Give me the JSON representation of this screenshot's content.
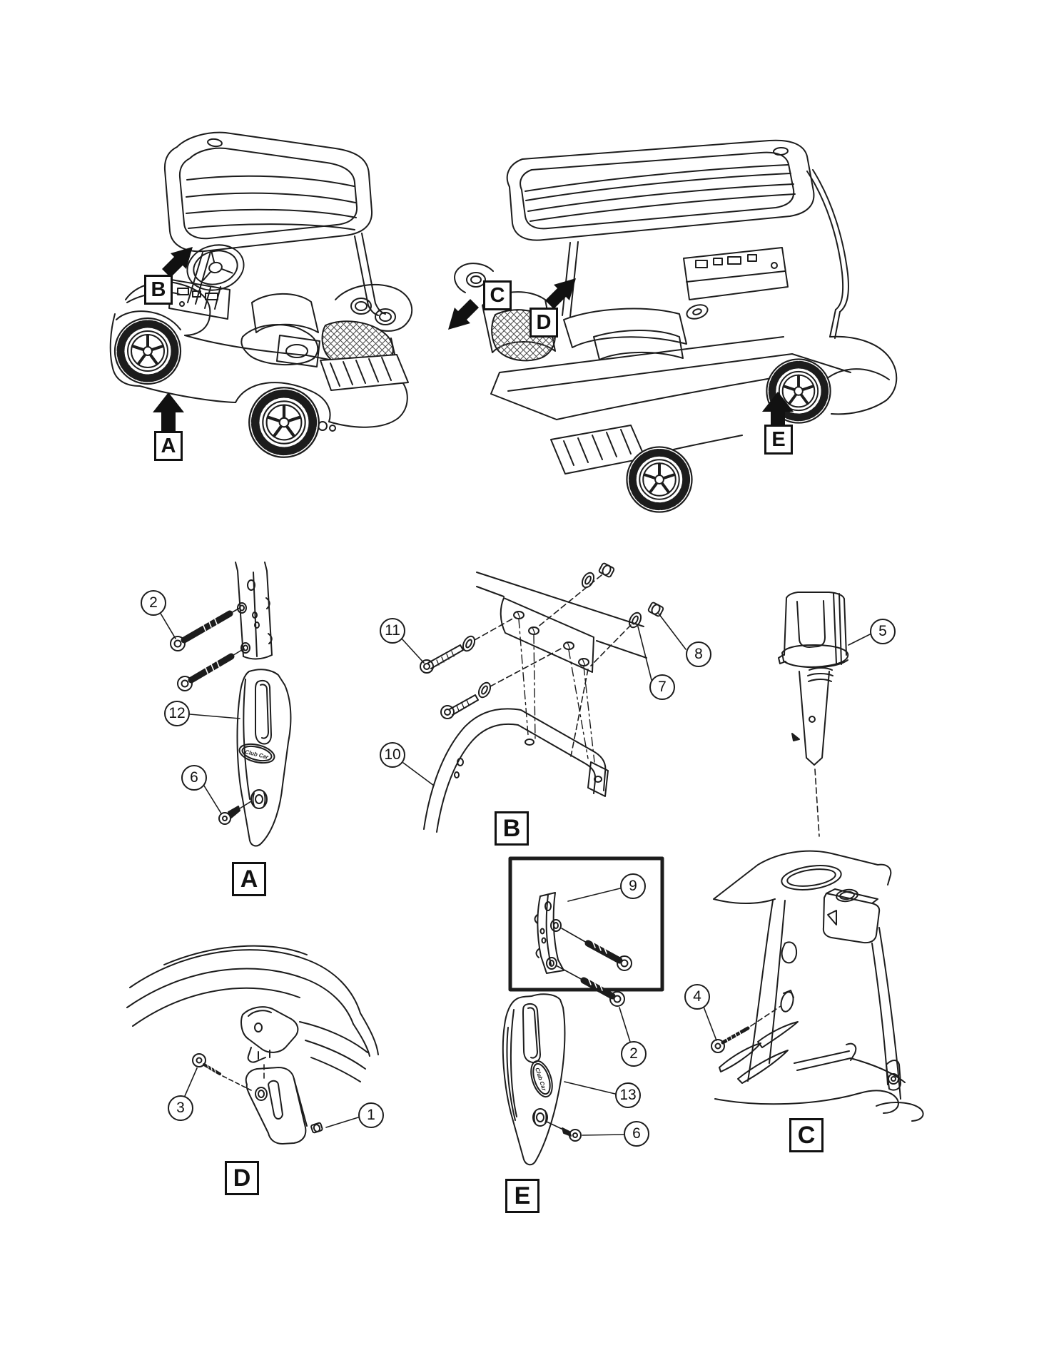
{
  "colors": {
    "background": "#ffffff",
    "ink": "#1c1c1c"
  },
  "badge_text": "Club Car",
  "markers": {
    "a": "A",
    "b": "B",
    "c": "C",
    "d": "D",
    "e": "E"
  },
  "sections": {
    "a": {
      "label": "A",
      "callouts": {
        "n2": "2",
        "n12": "12",
        "n6": "6"
      }
    },
    "b": {
      "label": "B",
      "callouts": {
        "n11": "11",
        "n10": "10",
        "n8": "8",
        "n7": "7"
      }
    },
    "c": {
      "label": "C",
      "callouts": {
        "n5": "5",
        "n4": "4"
      }
    },
    "d": {
      "label": "D",
      "callouts": {
        "n3": "3",
        "n1": "1"
      }
    },
    "e": {
      "label": "E",
      "callouts": {
        "n9": "9",
        "n2": "2",
        "n13": "13",
        "n6": "6"
      }
    }
  }
}
